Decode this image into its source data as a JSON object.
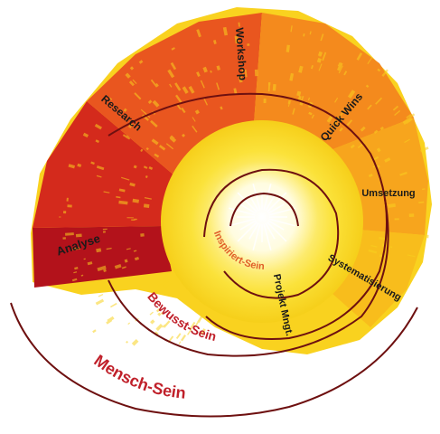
{
  "diagram": {
    "segments": [
      {
        "label": "Analyse",
        "color": "#b3121b"
      },
      {
        "label": "Research",
        "color": "#d42a1c"
      },
      {
        "label": "Workshop",
        "color": "#e9561f"
      },
      {
        "label": "Quick Wins",
        "color": "#f48a1d"
      },
      {
        "label": "Umsetzung",
        "color": "#f7a51d"
      },
      {
        "label": "Systematisierung",
        "color": "#f8bd1c"
      }
    ],
    "inner_labels": {
      "projekt": "Projekt Mngt.",
      "inspiriert": "Inspiriert-Sein",
      "bewusst": "Bewusst-Sein",
      "mensch": "Mensch-Sein"
    },
    "colors": {
      "line_dark": "#6e1010",
      "label_red": "#c0202a",
      "label_orange": "#e0602a",
      "core_light": "#fffbe0",
      "core_yellow": "#fbe23a",
      "outer_yellow": "#f9d21f"
    }
  }
}
